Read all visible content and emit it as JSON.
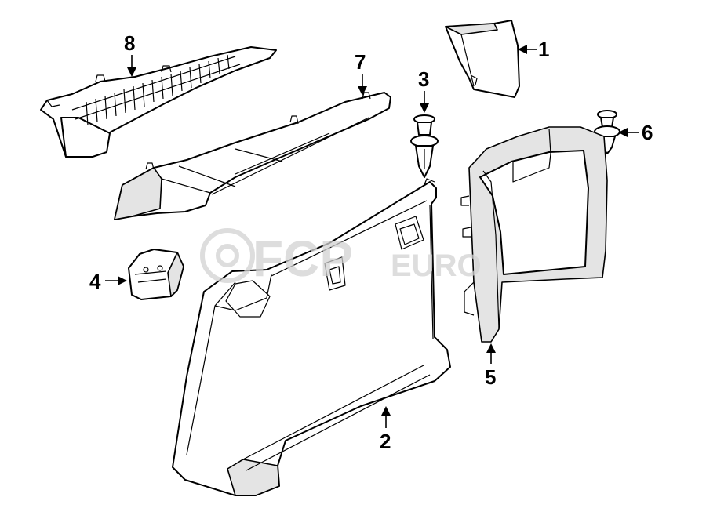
{
  "diagram": {
    "callouts": [
      {
        "id": "1",
        "label": "1"
      },
      {
        "id": "2",
        "label": "2"
      },
      {
        "id": "3",
        "label": "3"
      },
      {
        "id": "4",
        "label": "4"
      },
      {
        "id": "5",
        "label": "5"
      },
      {
        "id": "6",
        "label": "6"
      },
      {
        "id": "7",
        "label": "7"
      },
      {
        "id": "8",
        "label": "8"
      }
    ]
  },
  "watermark": {
    "brand_main": "FCP",
    "brand_suffix": "EURO"
  },
  "colors": {
    "line": "#000000",
    "fill": "#ffffff",
    "shade": "#e4e4e4",
    "watermark": "#d2d2d2"
  }
}
